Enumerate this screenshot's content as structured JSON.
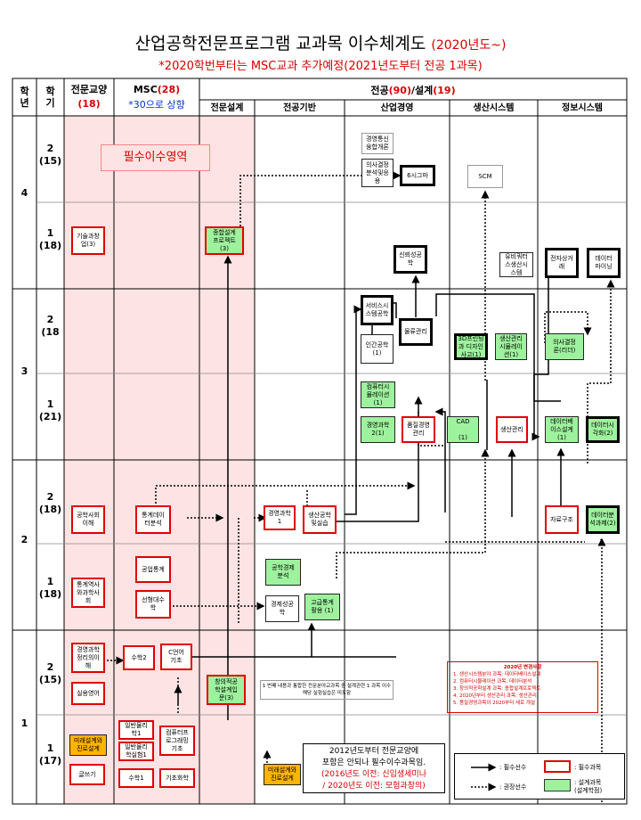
{
  "title": {
    "main": "산업공학전문프로그램 교과목 이수체계도",
    "year": "(2020년도~)"
  },
  "subtitle": "*2020학번부터는 MSC교과 추가예정(2021년도부터 전공 1과목)",
  "header": {
    "year_col": "학\n년",
    "sem_col": "학\n기",
    "liberal": "전문교양",
    "liberal_credits": "(18)",
    "msc": "MSC",
    "msc_credits": "(28)",
    "msc_note": "*30으로 상향",
    "major": "전공",
    "major_credits": "(90)",
    "design": "/설계",
    "design_credits": "(19)",
    "sub": [
      "전문설계",
      "전공기반",
      "산업경영",
      "생산시스템",
      "정보시스템"
    ]
  },
  "rows": [
    {
      "year": "4",
      "sem": "2",
      "credits": "(15)"
    },
    {
      "year": "",
      "sem": "1",
      "credits": "(18)"
    },
    {
      "year": "3",
      "sem": "2",
      "credits": "(18"
    },
    {
      "year": "",
      "sem": "1",
      "credits": "(21)"
    },
    {
      "year": "2",
      "sem": "2",
      "credits": "(18)"
    },
    {
      "year": "",
      "sem": "1",
      "credits": "(18)"
    },
    {
      "year": "1",
      "sem": "2",
      "credits": "(15)"
    },
    {
      "year": "",
      "sem": "1",
      "credits": "(17)"
    }
  ],
  "required_area": "필수이수영역",
  "courses": {
    "c1": "경영통신\n융합개론",
    "c2": "의사결정\n분석및응\n용",
    "c3": "6시그마",
    "c4": "SCM",
    "c5": "기술과창\n업(3)",
    "c6": "종합설계\n프로젝트\n(3)",
    "c7": "신뢰성공\n학",
    "c8": "유비쿼터\n스생산시\n스템",
    "c9": "전자상거\n래",
    "c10": "데이터\n마이닝",
    "c11": "서비스시\n스템공학",
    "c12": "물류관리",
    "c13": "3D프린팅\n과 디자인\n사고(1)",
    "c14": "생산관리\n시뮬레이\n션(1)",
    "c15": "의사결정\n론(리더)",
    "c16": "인간공학\n(1)",
    "c17": "컴퓨터시\n뮬레이션\n(1)",
    "c18": "경영과학\n2(1)",
    "c19": "품질경영\n관리",
    "c20": "CAD\n\n(1)",
    "c21": "생산관리",
    "c22": "데이터베\n이스설계\n(1)",
    "c23": "데이터시\n각화(2)",
    "c24": "공학사회\n이해",
    "c25": "통계데이\n터분석",
    "c26": "경영과학1",
    "c27": "생산공학\n및실습",
    "c28": "자료구조",
    "c29": "데이터분\n석과제(2)",
    "c30": "공업통계",
    "c31": "통계역사\n와과학사회",
    "c32": "공학경제\n분석",
    "c33": "선형대수\n학",
    "c34": "경제성공\n학",
    "c35": "고급통계\n활용 (1)",
    "c36": "경영과학\n정리의이\n해",
    "c37": "수학2",
    "c38": "C언어\n기초",
    "c39": "창의적공\n학설계입\n문(3)",
    "c40": "실용영어",
    "c41": "일반물리\n학1",
    "c42": "일반물리\n학실험1",
    "c43": "컴퓨터프\n로그래밍\n기초",
    "c44": "미래설계와\n진로설계",
    "c45": "글쓰기",
    "c46": "수학1",
    "c47": "기초화학",
    "c48": "미래설계와\n진로설계"
  },
  "notes": {
    "capstone": "1 번째 내용과 통합한 전문분야교과목 중 설계관련 1 과목 이수",
    "capstone2": "해당 실험실습은 미포함",
    "change_title": "2020년 변경사항",
    "changes": [
      "1.  생산시스템분야 과목: 데이터베이스설계",
      "2.  컴퓨터시뮬레이션 과목: 데이터분석",
      "3.  창의적공학설계 과목: 종합설계프로젝트",
      "4.  2020년부터 생산관리 과목: 생산관리",
      "5.  품질경영과목이 2020부터 새로 개설"
    ],
    "liberal_note": [
      "2012년도부터 전문교양에",
      "포함은 안되나  필수이수과목임.",
      "(2016년도 이전: 신입생세미나",
      "/ 2020년도 이전: 모험과창의)"
    ]
  },
  "legend": {
    "required_line": ": 필수선수",
    "recommended_line": ": 권장선수",
    "required_box": ": 필수과목",
    "design_box": ": 설계과목",
    "design_box2": "(설계학점)"
  }
}
